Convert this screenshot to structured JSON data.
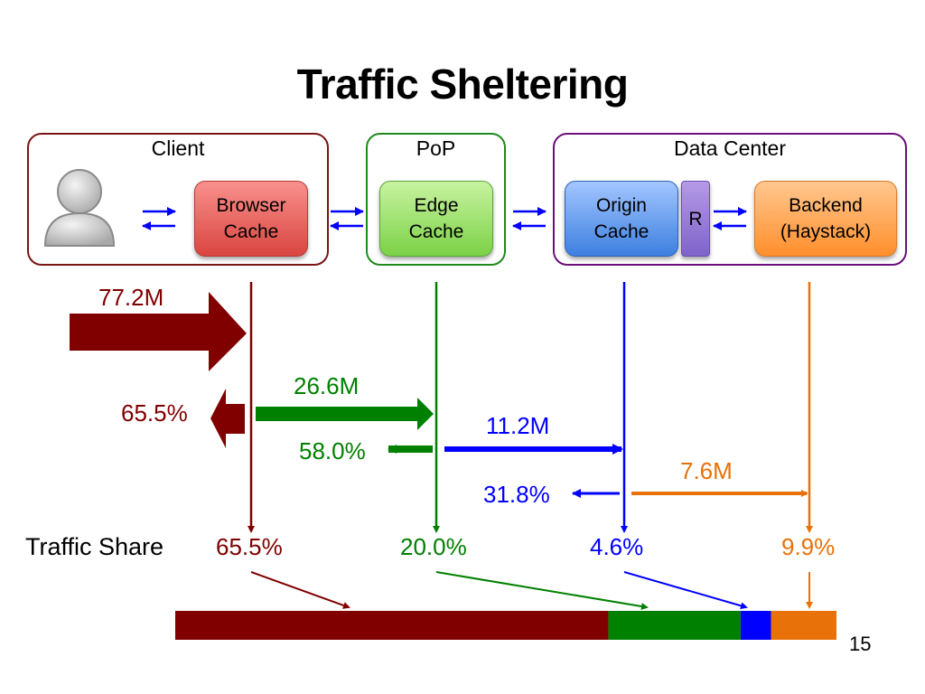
{
  "slide": {
    "title": "Traffic Sheltering",
    "page_number": "15"
  },
  "groups": {
    "client": {
      "label": "Client",
      "color": "#7a1414"
    },
    "pop": {
      "label": "PoP",
      "color": "#1e8a1e"
    },
    "datacenter": {
      "label": "Data Center",
      "color": "#6a0f7a"
    }
  },
  "nodes": {
    "browser": "Browser\nCache",
    "edge": "Edge\nCache",
    "origin": "Origin\nCache",
    "router": "R",
    "backend": "Backend\n(Haystack)"
  },
  "flows": {
    "client_requests": "77.2M",
    "browser_hit": "65.5%",
    "edge_requests": "26.6M",
    "edge_hit": "58.0%",
    "origin_requests": "11.2M",
    "origin_hit": "31.8%",
    "backend_requests": "7.6M"
  },
  "traffic_share": {
    "title": "Traffic Share",
    "items": [
      {
        "label": "65.5%",
        "value": 65.5,
        "color": "#800000"
      },
      {
        "label": "20.0%",
        "value": 20.0,
        "color": "#008000"
      },
      {
        "label": "4.6%",
        "value": 4.6,
        "color": "#0000ff"
      },
      {
        "label": "9.9%",
        "value": 9.9,
        "color": "#e8710a"
      }
    ]
  },
  "colors": {
    "browser_tier": "#800000",
    "edge_tier": "#008000",
    "origin_tier": "#0000ff",
    "backend_tier": "#e8710a",
    "connector": "#0000ff"
  }
}
